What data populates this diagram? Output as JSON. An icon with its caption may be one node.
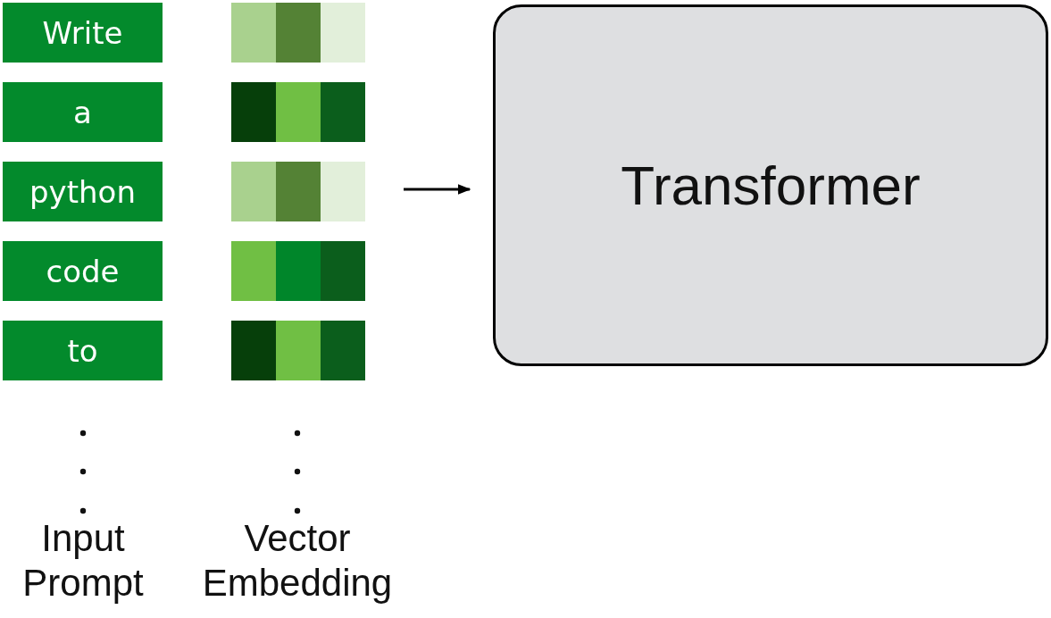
{
  "diagram": {
    "nodes": [
      {
        "text": [
          "Write"
        ]
      },
      {
        "text": [
          "a"
        ]
      },
      {
        "text": [
          "python"
        ]
      },
      {
        "text": [
          "code"
        ]
      },
      {
        "text": [
          "to"
        ]
      },
      {
        "text": [],
        "shape": "bar"
      },
      {
        "text": [],
        "shape": "bar"
      },
      {
        "text": [],
        "shape": "bar"
      },
      {
        "text": [],
        "shape": "bar"
      },
      {
        "text": [],
        "shape": "bar"
      },
      {
        "text": [
          "Transformer"
        ]
      }
    ],
    "edges": [
      {
        "from": null,
        "to": 10,
        "arrow": "to"
      }
    ],
    "labels": [
      "Input Prompt",
      "Vector Embedding"
    ]
  }
}
